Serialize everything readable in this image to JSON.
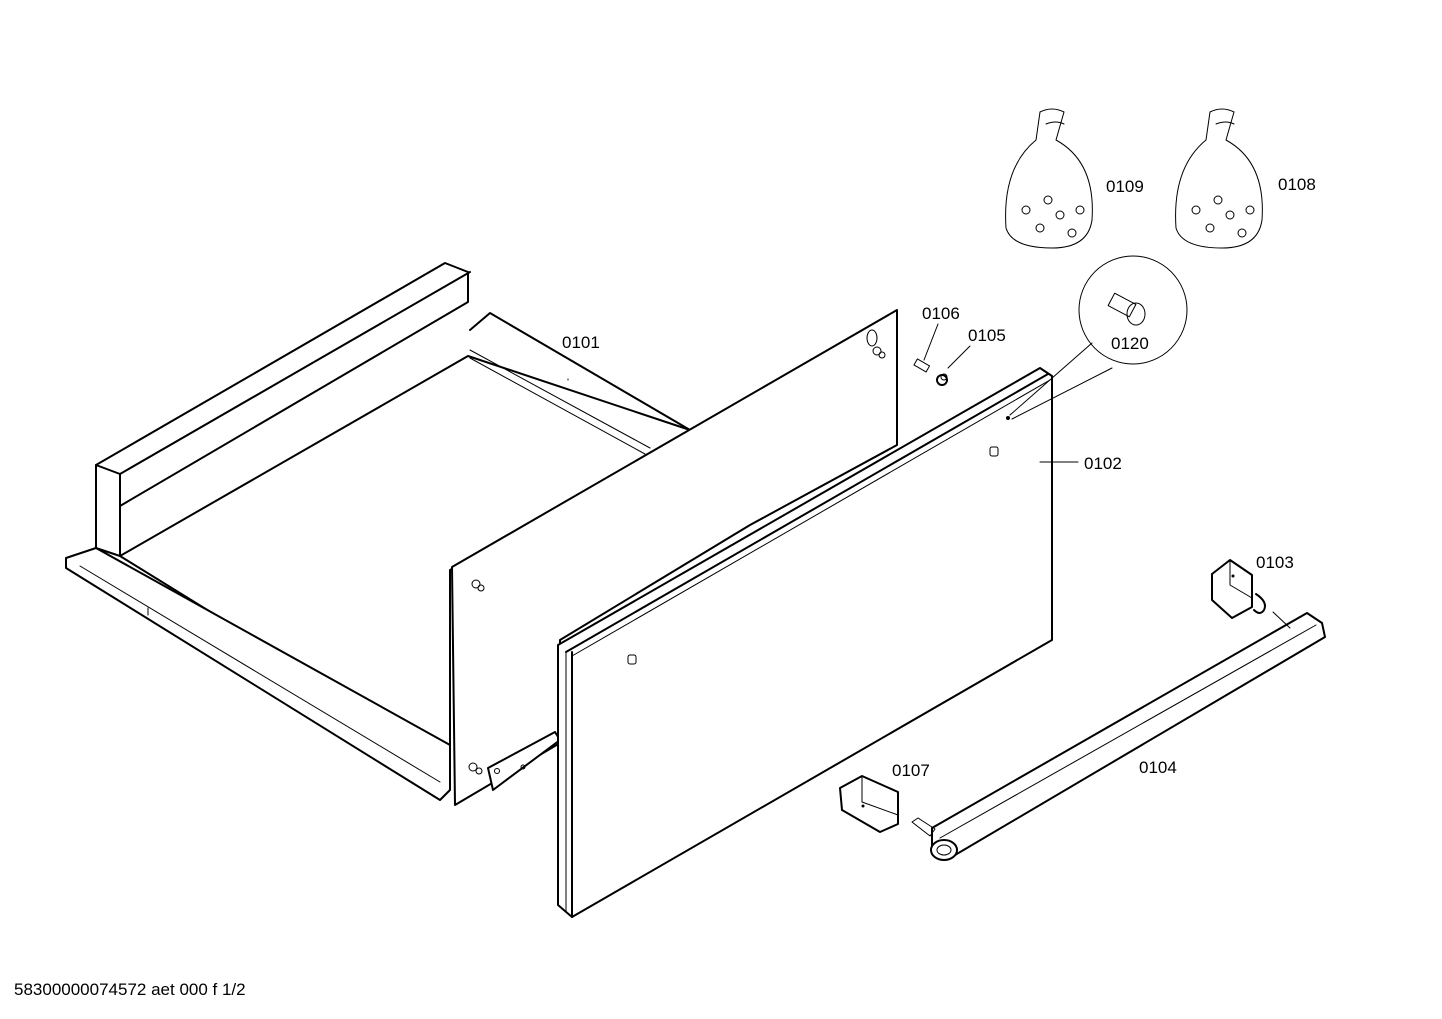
{
  "labels": {
    "p0101": "0101",
    "p0102": "0102",
    "p0103": "0103",
    "p0104": "0104",
    "p0105": "0105",
    "p0106": "0106",
    "p0107": "0107",
    "p0108": "0108",
    "p0109": "0109",
    "p0120": "0120"
  },
  "footer": {
    "document_id": "58300000074572 aet 000 f 1/2"
  }
}
